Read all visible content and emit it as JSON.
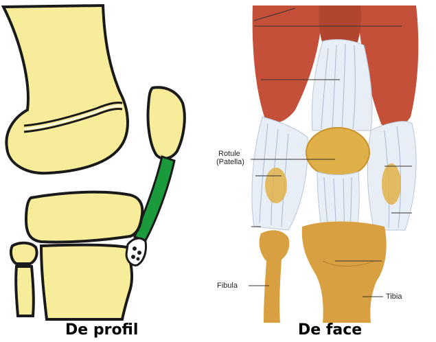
{
  "captions": {
    "left": "De profil",
    "right": "De face"
  },
  "labels": {
    "rotule": "Rotule",
    "patella": "(Patella)",
    "fibula": "Fibula",
    "tibia": "Tibia"
  },
  "colors": {
    "bone": "#f7ec9a",
    "outline": "#1a1a1a",
    "ligament": "#1a9a3a",
    "muscle": "#c4503a",
    "tendon": "#e8eef5",
    "patella": "#e0b048",
    "tibia_bone": "#d8a040"
  }
}
